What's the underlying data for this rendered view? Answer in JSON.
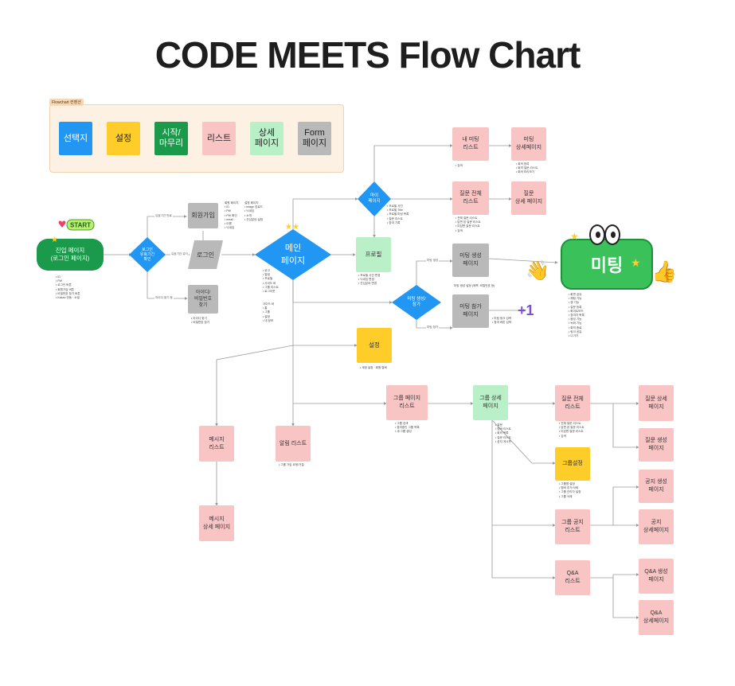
{
  "title": "CODE MEETS Flow Chart",
  "legend": {
    "tag": "Flowchart 컨벤션",
    "items": [
      "선택지",
      "설정",
      "시작/\n마무리",
      "리스트",
      "상세\n페이지",
      "Form\n페이지"
    ]
  },
  "nodes": {
    "entry": "진입 페이지\n(로그인 페이지)",
    "login_check": "로그인\n유효기간\n확인",
    "signup": "회원가입",
    "login": "로그인",
    "find_idpw": "아이디/\n비밀번호\n찾기",
    "main": "메인\n페이지",
    "my": "마이\n페이지",
    "profile": "프로필",
    "settings": "설정",
    "my_meeting_list": "내 미팅\n리스트",
    "meeting_detail_1": "미팅\n상세페이지",
    "question_all": "질문 전체\n리스트",
    "question_detail_1": "질문\n상세 페이지",
    "meeting_create_join": "미팅 생성/\n참가",
    "meeting_create_page": "미팅 생성\n페이지",
    "meeting_join_page": "미팅 참가\n페이지",
    "meeting_sticker": "미팅",
    "group_page_list": "그룹 페이지\n리스트",
    "group_detail": "그룹 상세\n페이지",
    "message_list": "메시지\n리스트",
    "message_detail": "메시지\n상세 페이지",
    "alarm_list": "알림 리스트",
    "g_question_all": "질문 전체\n리스트",
    "g_question_detail": "질문 상세\n페이지",
    "g_question_create": "질문 생성\n페이지",
    "group_settings": "그룹설정",
    "notice_list": "그룹 공지\n리스트",
    "notice_create": "공지 생성\n페이지",
    "notice_detail": "공지\n상세페이지",
    "qa_list": "Q&A\n리스트",
    "qa_create": "Q&A 생성\n페이지",
    "qa_detail": "Q&A\n상세페이지"
  },
  "edge_labels": {
    "e1": "유효기간 만료",
    "e2": "유효기간 유지",
    "e3": "아이디 찾기 등",
    "e4": "미팅 생성",
    "e5": "미팅 참가"
  },
  "notes": {
    "entry": "• ID\n• PW\n• 로그인 버튼\n• 회원가입 버튼\n• 비밀번호 찾기 버튼\n• Kakao 연동 · 소셜",
    "signup": "회원 페이지\n• ID\n• PW\n• PW 확인\n• email\n• 이름\n• 닉네임",
    "signup2": "설정 페이지\n• image 업로드\n• 닉네임\n• 소개\n• 관심분야 설정",
    "find": "• 아이디 찾기\n• 비밀번호 찾기",
    "main": "• 로고\n• 알림\n• 프로필\n• 사이드 바\n• 그룹 리스트\n• 로그아웃",
    "main2": "사이드 바\n• 홈\n• 그룹\n• 설정\n• 내 정보",
    "profile": "• 프로필 사진 변경\n• 닉네임 변경\n• 관심분야 변경",
    "my_meeting": "• 검색",
    "meeting_detail_1": "• 회의 참여\n• 회의 질문 리스트\n• 회의 미리보기",
    "question_all": "• 전체 질문 리스트\n• 답변 된 질문 리스트\n• 미답변 질문 리스트\n• 검색",
    "my_notes": "• 프로필 사진\n• 프로필 Title\n• 프로필 미팅 목록\n• 질문 리스트\n• 참여 기록",
    "meeting_create": "미팅 생성 설정 (제목, 비밀번호 등)",
    "meeting_join": "• 미팅 링크 입력\n• 참여 버튼 입력",
    "meeting": "• 화면 공유\n• 채팅 기능\n• 캠 기능\n• 질문 등록\n• 화이트보드\n• 참여자 목록\n• 음성 기능\n• 녹화 기능\n• 회의 종료\n• 링크 공유\n• 나가기",
    "settings": "• 계정 설정 · 회원 탈퇴",
    "group_page": "• 그룹 검색\n• 참여중인 그룹 목록\n• 새 그룹 생성",
    "group_detail": "• 질문\n• 멤버 리스트\n• 회의 목록\n• 질문 리스트\n• 공지 게시판",
    "g_question_all": "• 전체 질문 리스트\n• 답변 된 질문 리스트\n• 미답변 질문 리스트\n• 검색",
    "group_settings": "• 그룹명 설정\n• 멤버 추가/삭제\n• 그룹 관리자 설정\n• 그룹 삭제",
    "alarm": "• 그룹 가입 요청/거절"
  },
  "colors": {
    "pink": "#f9c4c4",
    "gray": "#b9b9b9",
    "green": "#baf0c8",
    "yellow": "#ffcd29",
    "blue": "#2196f3",
    "darkgreen": "#1a9a4a"
  },
  "stickers": {
    "start": "START",
    "plus": "+1"
  }
}
